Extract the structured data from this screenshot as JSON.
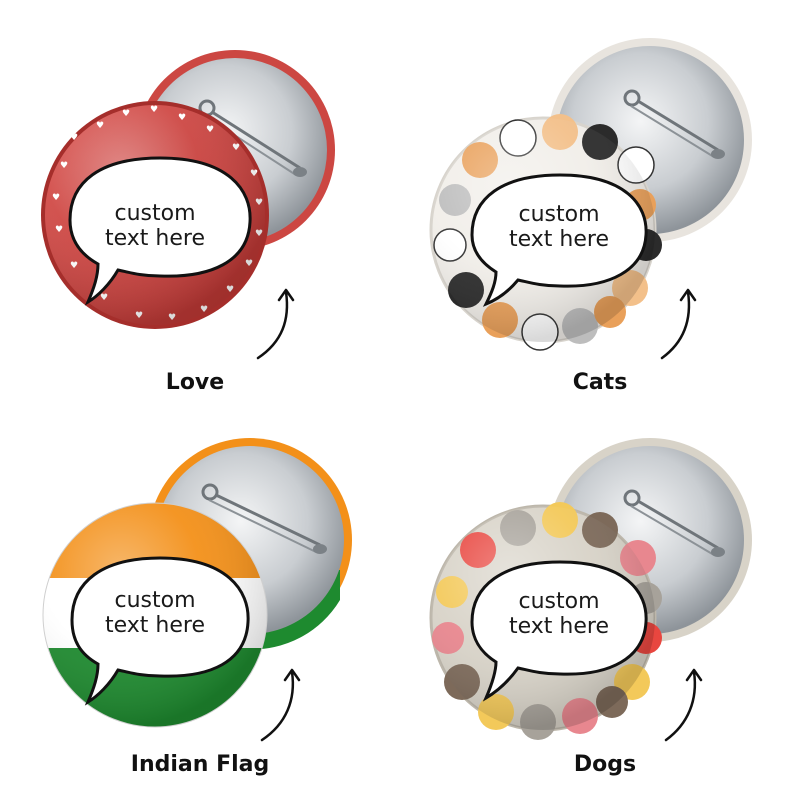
{
  "badges": [
    {
      "id": "love",
      "caption": "Love",
      "bubble_line1": "custom",
      "bubble_line2": "text here",
      "colors": {
        "face": "#c9413d",
        "face_dark": "#a82f2c",
        "rim": "#d65a55",
        "pattern": "#ffffff"
      },
      "pattern_icon": "heart-icon"
    },
    {
      "id": "cats",
      "caption": "Cats",
      "bubble_line1": "custom",
      "bubble_line2": "text here",
      "colors": {
        "face": "#f1eee9",
        "accent1": "#e9a05a",
        "accent2": "#2b2b2b",
        "accent3": "#bdbdbd"
      },
      "pattern_icon": "cat-icon"
    },
    {
      "id": "indian-flag",
      "caption": "Indian Flag",
      "bubble_line1": "custom",
      "bubble_line2": "text here",
      "colors": {
        "saffron": "#f39019",
        "white": "#ffffff",
        "green": "#1e8a2f"
      },
      "pattern_icon": "flag-icon"
    },
    {
      "id": "dogs",
      "caption": "Dogs",
      "bubble_line1": "custom",
      "bubble_line2": "text here",
      "colors": {
        "face": "#d8d3c8",
        "accent1": "#e8463f",
        "accent2": "#f3c95a",
        "accent3": "#7d6a5a"
      },
      "pattern_icon": "dog-icon"
    }
  ],
  "colors": {
    "metal_light": "#e6e8ea",
    "metal_dark": "#9ea3a8",
    "bubble_fill": "#ffffff",
    "bubble_stroke": "#111111",
    "arrow": "#111111"
  }
}
